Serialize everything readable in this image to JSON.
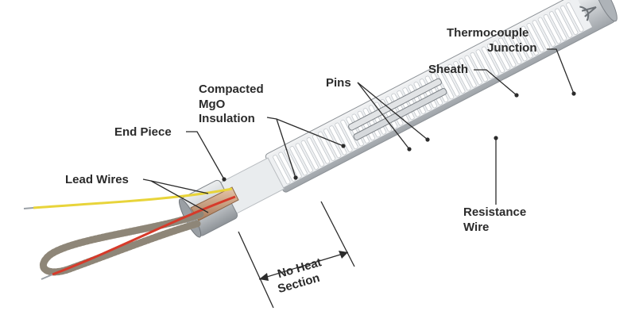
{
  "labels": {
    "thermocouple_line1": "Thermocouple",
    "thermocouple_line2": "Junction",
    "sheath": "Sheath",
    "pins": "Pins",
    "mgo_line1": "Compacted",
    "mgo_line2": "MgO",
    "mgo_line3": "Insulation",
    "end_piece": "End Piece",
    "lead_wires": "Lead Wires",
    "resistance_line1": "Resistance",
    "resistance_line2": "Wire",
    "no_heat_line1": "No Heat",
    "no_heat_line2": "Section"
  },
  "colors": {
    "sheath_metal": "#bfc3c7",
    "insulation": "#eef0f2",
    "coil": "#ffffff",
    "end_piece": "#c9cdd0",
    "lead_sleeve_tan": "#cfa88a",
    "wire_yellow": "#e8d43a",
    "wire_red": "#d63a2a",
    "braid": "#b8b0a2",
    "label_text": "#2b2b2b"
  }
}
